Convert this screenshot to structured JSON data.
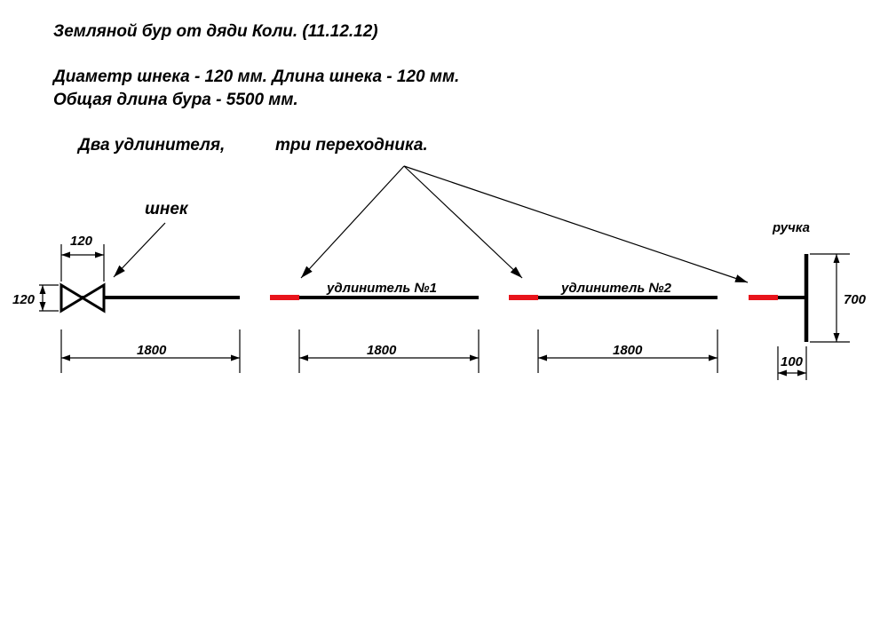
{
  "header": {
    "title": "Земляной бур от дяди Коли. (11.12.12)",
    "spec_line_1": "Диаметр шнека - 120 мм. Длина шнека - 120 мм.",
    "spec_line_2": "Общая длина бура - 5500 мм.",
    "extensions_note": "Два удлинителя,",
    "adapters_note": "три переходника."
  },
  "labels": {
    "auger": "шнек",
    "extension_1": "удлинитель №1",
    "extension_2": "удлинитель №2",
    "handle": "ручка"
  },
  "dimensions": {
    "auger_length": "120",
    "auger_diameter": "120",
    "auger_rod_length": "1800",
    "extension_1_length": "1800",
    "extension_2_length": "1800",
    "handle_width": "700",
    "handle_stub_length": "100"
  },
  "colors": {
    "rod": "#000000",
    "adapter": "#e8141b"
  }
}
